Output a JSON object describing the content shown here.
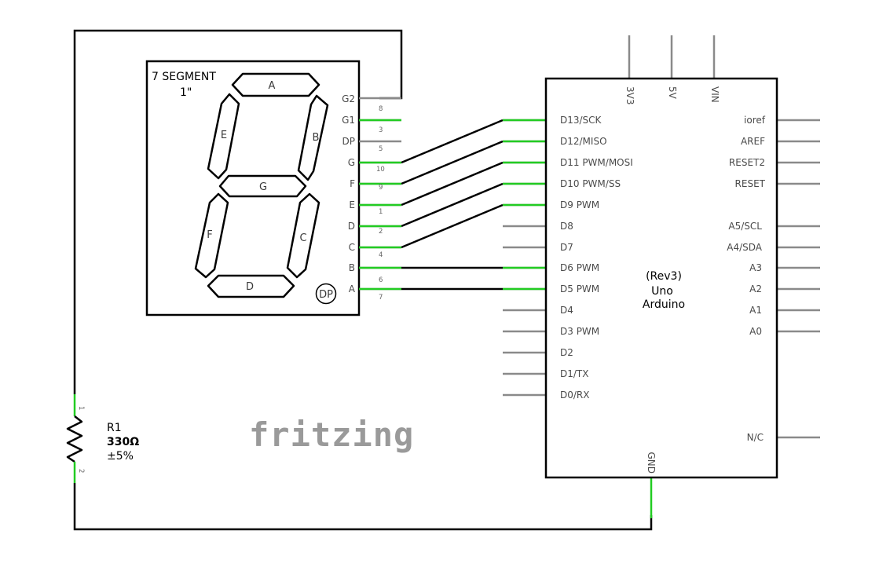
{
  "display": {
    "title": "7 SEGMENT",
    "size": "1\"",
    "segments": [
      "A",
      "B",
      "C",
      "D",
      "E",
      "F",
      "G"
    ],
    "dp_label": "DP",
    "pins": [
      {
        "name": "G2",
        "number": "8"
      },
      {
        "name": "G1",
        "number": "3"
      },
      {
        "name": "DP",
        "number": "5"
      },
      {
        "name": "G",
        "number": "10"
      },
      {
        "name": "F",
        "number": "9"
      },
      {
        "name": "E",
        "number": "1"
      },
      {
        "name": "D",
        "number": "2"
      },
      {
        "name": "C",
        "number": "4"
      },
      {
        "name": "B",
        "number": "6"
      },
      {
        "name": "A",
        "number": "7"
      }
    ]
  },
  "arduino": {
    "center_lines": [
      "(Rev3)",
      "Uno",
      "Arduino"
    ],
    "top_pins": [
      "3V3",
      "5V",
      "VIN"
    ],
    "left_pins": [
      "D13/SCK",
      "D12/MISO",
      "D11 PWM/MOSI",
      "D10 PWM/SS",
      "D9 PWM",
      "D8",
      "D7",
      "D6 PWM",
      "D5 PWM",
      "D4",
      "D3 PWM",
      "D2",
      "D1/TX",
      "D0/RX"
    ],
    "right_pins": [
      "ioref",
      "AREF",
      "RESET2",
      "RESET",
      "A5/SCL",
      "A4/SDA",
      "A3",
      "A2",
      "A1",
      "A0",
      "N/C"
    ],
    "bottom_pin": "GND"
  },
  "resistor": {
    "name": "R1",
    "value": "330Ω",
    "tolerance": "±5%",
    "pin1": "1",
    "pin2": "2"
  },
  "watermark": "fritzing",
  "colors": {
    "wire": "#000000",
    "connected_pin": "#22cc22",
    "pin": "#8a8a8a"
  }
}
